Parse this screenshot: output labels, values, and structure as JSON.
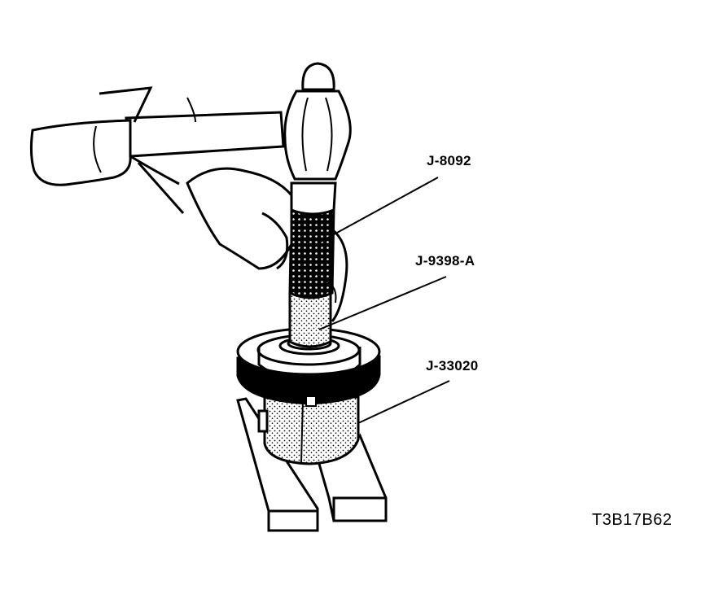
{
  "labels": {
    "tool_top": "J-8092",
    "tool_middle": "J-9398-A",
    "tool_bottom": "J-33020"
  },
  "figure_id": "T3B17B62",
  "colors": {
    "ink": "#000000",
    "paper": "#ffffff"
  }
}
